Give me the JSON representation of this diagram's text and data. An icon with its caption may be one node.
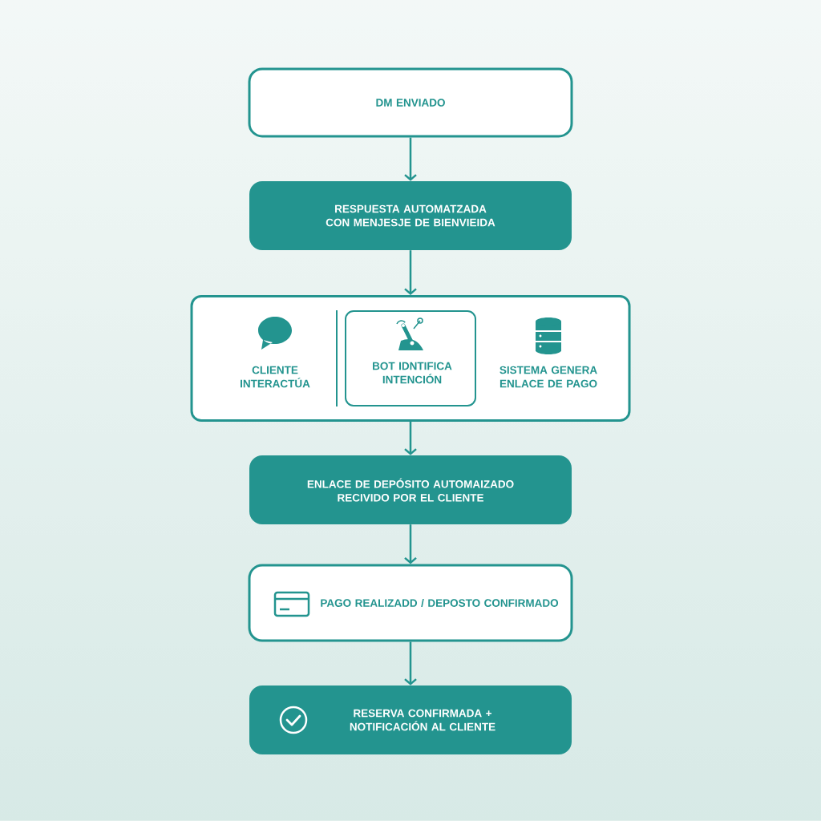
{
  "diagram": {
    "nodes": [
      {
        "text": [
          "DM ENVIADO"
        ]
      },
      {
        "text": [
          "RESPUESTA AUTOMATZADA CON MENJESJE DE BIENVIEIDA"
        ]
      },
      {
        "text": [],
        "shape": "box"
      },
      {
        "text": [
          "CLIENTE INTERACTÚA"
        ],
        "in": 2
      },
      {
        "text": [
          "BOT IDNTIFICA INTENCIÓN"
        ],
        "in": 2
      },
      {
        "text": [
          "SISTEMA GENERA ENLACE DE PAGO"
        ],
        "in": 2
      },
      {
        "text": [
          "ENLACE DE DEPÓSITO AUTOMAIZADO RECIVIDO POR EL CLIENTE"
        ]
      },
      {
        "text": [
          "PAGO REALIZADD / DEPOSTO CONFIRMADO"
        ]
      },
      {
        "text": [
          "RESERVA CONFIRMADA + NOTIFICACIÓN AL CLIENTE"
        ]
      }
    ],
    "edges": [
      {
        "from": 0,
        "to": 1,
        "arrow": "to"
      },
      {
        "from": 1,
        "to": 2,
        "arrow": "to"
      },
      {
        "from": 2,
        "to": 6,
        "arrow": "to"
      },
      {
        "from": 6,
        "to": 7,
        "arrow": "to"
      },
      {
        "from": 7,
        "to": 8,
        "arrow": "to"
      }
    ]
  }
}
